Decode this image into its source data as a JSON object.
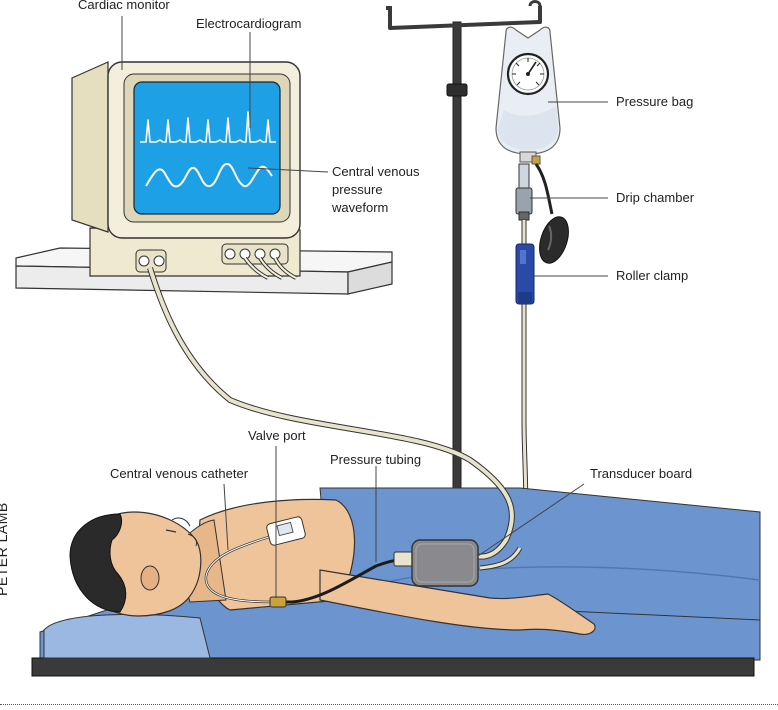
{
  "labels": {
    "cardiac_monitor": "Cardiac monitor",
    "electrocardiogram": "Electrocardiogram",
    "cvp_waveform_1": "Central venous",
    "cvp_waveform_2": "pressure",
    "cvp_waveform_3": "waveform",
    "pressure_bag": "Pressure bag",
    "drip_chamber": "Drip chamber",
    "roller_clamp": "Roller clamp",
    "valve_port": "Valve port",
    "pressure_tubing": "Pressure tubing",
    "transducer_board": "Transducer board",
    "central_venous_catheter": "Central venous catheter"
  },
  "credit": "PETER LAMB",
  "colors": {
    "screen": "#1ea0e6",
    "monitor_body": "#f3efdc",
    "sheet": "#6c95cf",
    "skin": "#f0c49a",
    "hair": "#2a2a2a",
    "pole": "#3a3a3a",
    "tubing": "#e8e4cc",
    "clamp": "#2a4aa8",
    "transducer": "#8a8a8e"
  }
}
